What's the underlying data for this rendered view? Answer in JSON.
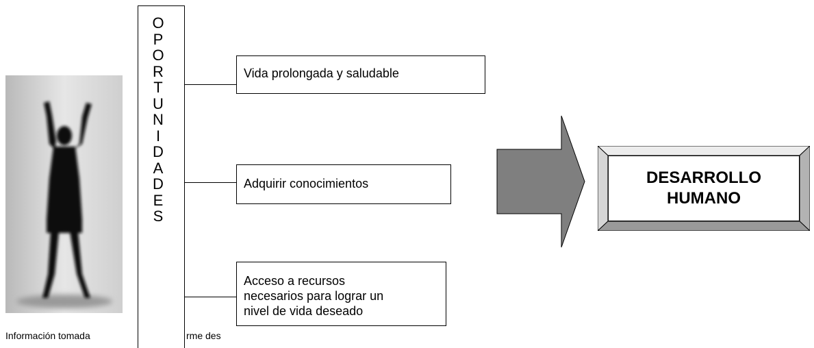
{
  "column_letters": [
    "O",
    "P",
    "O",
    "R",
    "T",
    "U",
    "N",
    "I",
    "D",
    "A",
    "D",
    "E",
    "S"
  ],
  "opportunities": [
    {
      "text": "Vida prolongada y saludable"
    },
    {
      "text": "Adquirir conocimientos"
    },
    {
      "lines": [
        "Acceso a recursos",
        "necesarios para lograr un",
        "nivel de vida deseado"
      ]
    }
  ],
  "result": {
    "line1": "DESARROLLO",
    "line2": "HUMANO"
  },
  "caption": {
    "left": "Información tomada",
    "right": "rme des"
  },
  "colors": {
    "arrow_fill": "#7f7f7f",
    "bevel_light": "#e3e3e3",
    "bevel_mid": "#bdbdbd",
    "bevel_dark": "#8a8a8a"
  }
}
